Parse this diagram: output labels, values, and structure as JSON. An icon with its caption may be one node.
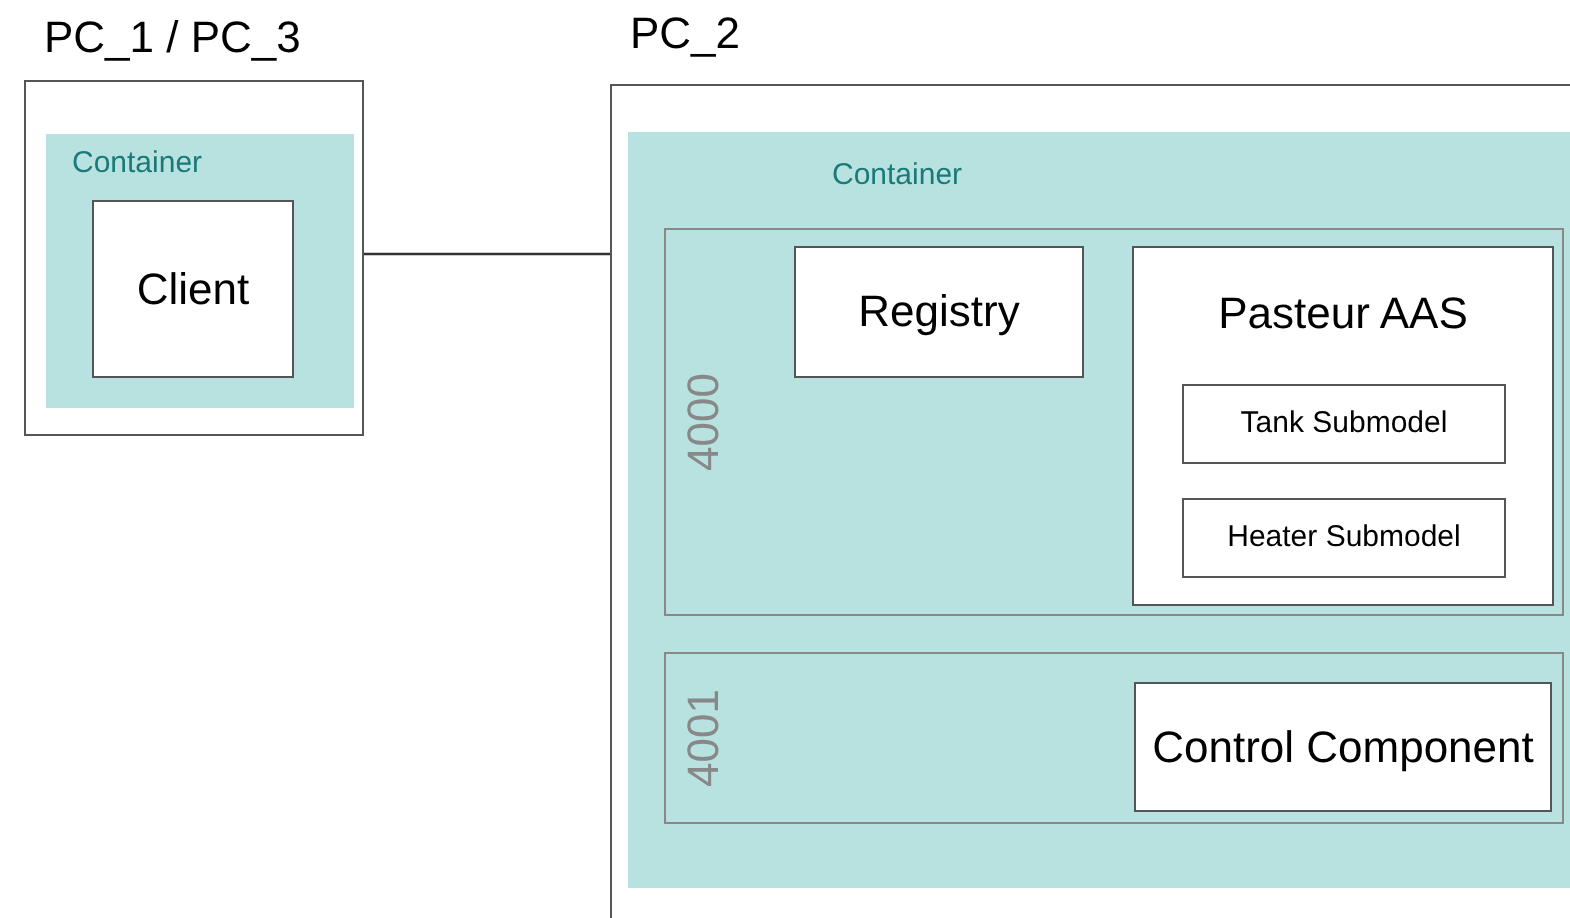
{
  "diagram": {
    "nodes": [
      {
        "text": [
          "PC_1 / PC_3"
        ]
      },
      {
        "text": [
          "Container"
        ],
        "in": 0
      },
      {
        "text": [
          "Client"
        ],
        "in": 1
      },
      {
        "text": [
          "PC_2"
        ]
      },
      {
        "text": [
          "Container"
        ],
        "in": 3
      },
      {
        "text": [
          "4000"
        ],
        "in": 4
      },
      {
        "text": [
          "Registry"
        ],
        "in": 5
      },
      {
        "text": [
          "Pasteur AAS"
        ],
        "in": 5
      },
      {
        "text": [
          "Tank Submodel"
        ],
        "in": 7
      },
      {
        "text": [
          "Heater Submodel"
        ],
        "in": 7
      },
      {
        "text": [
          "4001"
        ],
        "in": 4
      },
      {
        "text": [
          "Control Component"
        ],
        "in": 10
      }
    ],
    "edges": [
      {
        "from": 0,
        "to": 3,
        "arrow": "none"
      }
    ]
  }
}
